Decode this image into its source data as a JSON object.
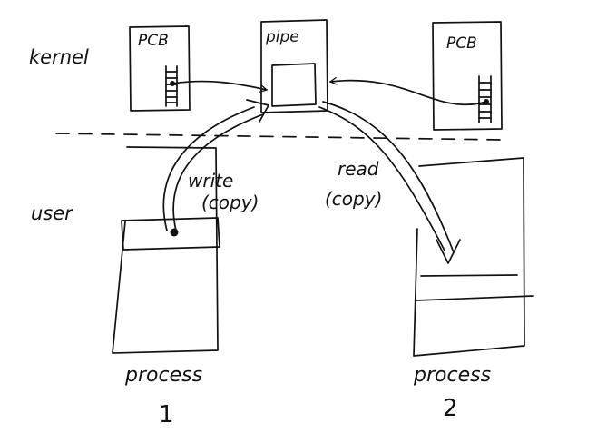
{
  "labels": {
    "kernel": "kernel",
    "user": "user",
    "pcb_left": "PCB",
    "pcb_right": "PCB",
    "pipe": "pipe",
    "write_op": "write",
    "read_op": "read",
    "copy_write": "(copy)",
    "copy_read": "(copy)",
    "process1_title": "process",
    "process1_number": "1",
    "process2_title": "process",
    "process2_number": "2"
  },
  "colors": {
    "ink": "#111111",
    "background": "#ffffff"
  }
}
